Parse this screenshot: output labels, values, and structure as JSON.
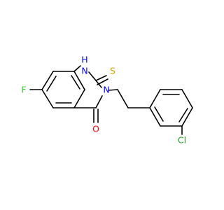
{
  "atoms": {
    "F": {
      "label": "F",
      "color": "#33cc33"
    },
    "Cl": {
      "label": "Cl",
      "color": "#1fa01f"
    },
    "O": {
      "label": "O",
      "color": "#ff0000"
    },
    "S": {
      "label": "S",
      "color": "#c9a300"
    },
    "N3": {
      "label": "N",
      "color": "#0000ff"
    },
    "NH": {
      "label": "H",
      "color": "#0000ff"
    }
  },
  "colors": {
    "bond": "#000000",
    "background": "#ffffff"
  }
}
